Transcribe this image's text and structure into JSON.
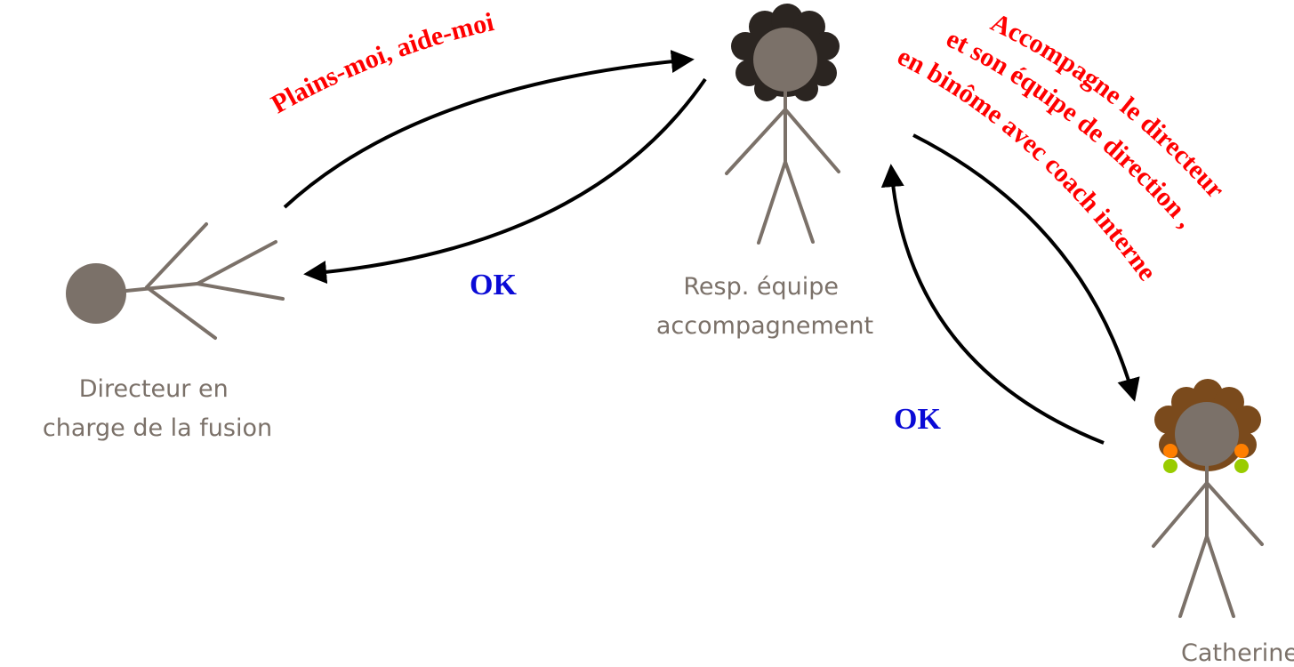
{
  "people": {
    "director": {
      "label_lines": [
        "Directeur en",
        "charge de la fusion"
      ]
    },
    "team_lead": {
      "label_lines": [
        "Resp. équipe",
        "accompagnement"
      ]
    },
    "catherine": {
      "label_lines": [
        "Catherine"
      ]
    }
  },
  "messages": {
    "director_to_team": "Plains-moi, aide-moi",
    "team_to_director": "OK",
    "team_to_catherine_lines": [
      "Accompagne le directeur",
      "et son équipe de direction ,",
      "en binôme avec coach interne"
    ],
    "catherine_to_team": "OK"
  },
  "colors": {
    "figure": "#7b7169",
    "request_text": "#ff0000",
    "reply_text": "#0a0ad6",
    "arrow": "#000000",
    "team_lead_hair": "#2b2521",
    "catherine_hair": "#7a4a1c",
    "earring_top": "#ff7f00",
    "earring_bottom": "#99cc00"
  }
}
